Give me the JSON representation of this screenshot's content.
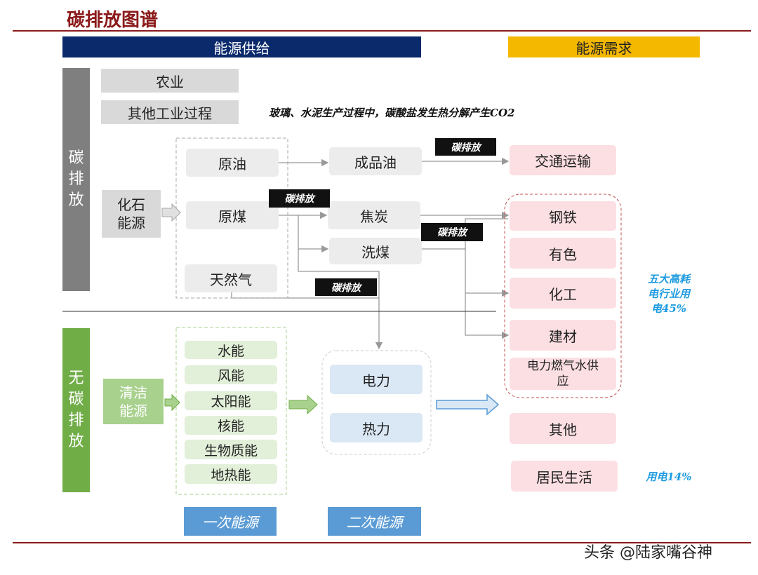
{
  "title": "碳排放图谱",
  "headers": {
    "supply": "能源供给",
    "demand": "能源需求"
  },
  "side": {
    "carbon": [
      "碳",
      "排",
      "放"
    ],
    "no_carbon": [
      "无",
      "碳",
      "排",
      "放"
    ]
  },
  "top_items": {
    "agriculture": "农业",
    "industry": "其他工业过程",
    "industry_note": "玻璃、水泥生产过程中，碳酸盐发生热分解产生CO2"
  },
  "fossil": {
    "label": "化石能源",
    "items": [
      "原油",
      "原煤",
      "天然气"
    ]
  },
  "secondary_fossil": [
    "成品油",
    "焦炭",
    "洗煤"
  ],
  "emission_label": "碳排放",
  "clean": {
    "label": "清洁能源",
    "items": [
      "水能",
      "风能",
      "太阳能",
      "核能",
      "生物质能",
      "地热能"
    ]
  },
  "secondary_power": [
    "电力",
    "热力"
  ],
  "demand": {
    "transport": "交通运输",
    "heavy": [
      "钢铁",
      "有色",
      "化工",
      "建材",
      "电力燃气水供应"
    ],
    "other": "其他",
    "residential": "居民生活"
  },
  "notes": {
    "heavy": "五大高耗电行业用电45%",
    "residential": "用电14%"
  },
  "bottom": {
    "primary": "一次能源",
    "secondary": "二次能源"
  },
  "watermark": "头条 @陆家嘴谷神",
  "colors": {
    "title": "#8b1a1a",
    "navy": "#0b2a6b",
    "gold": "#f5b800",
    "green": "#70ad47",
    "blue": "#5b9bd5"
  }
}
